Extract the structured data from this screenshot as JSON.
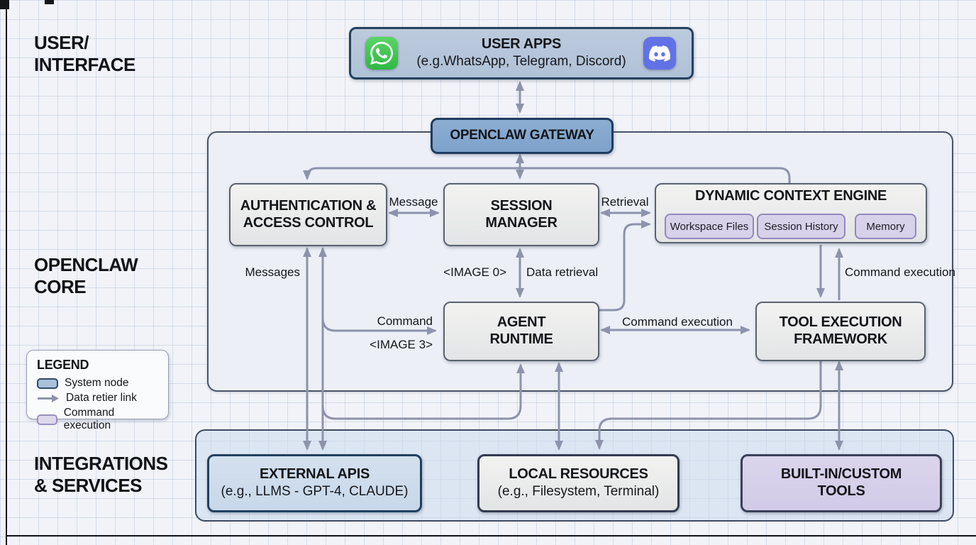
{
  "section_labels": {
    "user_interface": {
      "line1": "USER/",
      "line2": "INTERFACE"
    },
    "openclaw_core": {
      "line1": "OPENCLAW",
      "line2": "CORE"
    },
    "integrations": {
      "line1": "INTEGRATIONS",
      "line2": "& SERVICES"
    }
  },
  "nodes": {
    "user_apps": {
      "title": "USER APPS",
      "subtitle": "(e.g.WhatsApp, Telegram, Discord)"
    },
    "gateway": {
      "title": "OPENCLAW GATEWAY"
    },
    "auth": {
      "line1": "AUTHENTICATION &",
      "line2": "ACCESS CONTROL"
    },
    "session_manager": {
      "line1": "SESSION",
      "line2": "MANAGER"
    },
    "dce": {
      "title": "DYNAMIC CONTEXT ENGINE",
      "chips": [
        "Workspace Files",
        "Session History",
        "Memory"
      ]
    },
    "agent_runtime": {
      "line1": "AGENT",
      "line2": "RUNTIME"
    },
    "tool_execution": {
      "line1": "TOOL EXECUTION",
      "line2": "FRAMEWORK"
    },
    "external_apis": {
      "title": "EXTERNAL APIS",
      "subtitle": "(e.g., LLMS - GPT-4, CLAUDE)"
    },
    "local_resources": {
      "title": "LOCAL RESOURCES",
      "subtitle": "(e.g., Filesystem, Terminal)"
    },
    "builtin_tools": {
      "line1": "BUILT-IN/CUSTOM",
      "line2": "TOOLS"
    }
  },
  "edge_labels": {
    "message": "Message",
    "retrieval": "Retrieval",
    "messages": "Messages",
    "image0": "<IMAGE 0>",
    "data_retrieval": "Data retrieval",
    "command": "Command",
    "image3": "<IMAGE 3>",
    "command_execution_mid": "Command execution",
    "command_execution_right": "Command execution"
  },
  "legend": {
    "title": "LEGEND",
    "items": [
      {
        "swatch": "system-node",
        "label": "System node"
      },
      {
        "swatch": "data-link-arrow",
        "label": "Data retier link"
      },
      {
        "swatch": "command-execution",
        "label": "Command execution"
      }
    ]
  },
  "colors": {
    "arrow": "#8d93ac",
    "system_node_fill": "#b6c6da",
    "gateway_fill": "#83a7cf",
    "gray_node_fill": "#e9e9e9",
    "purple_fill": "#d6cfe8",
    "chip_fill": "#d8d1ea",
    "background": "#f1f3f8"
  }
}
